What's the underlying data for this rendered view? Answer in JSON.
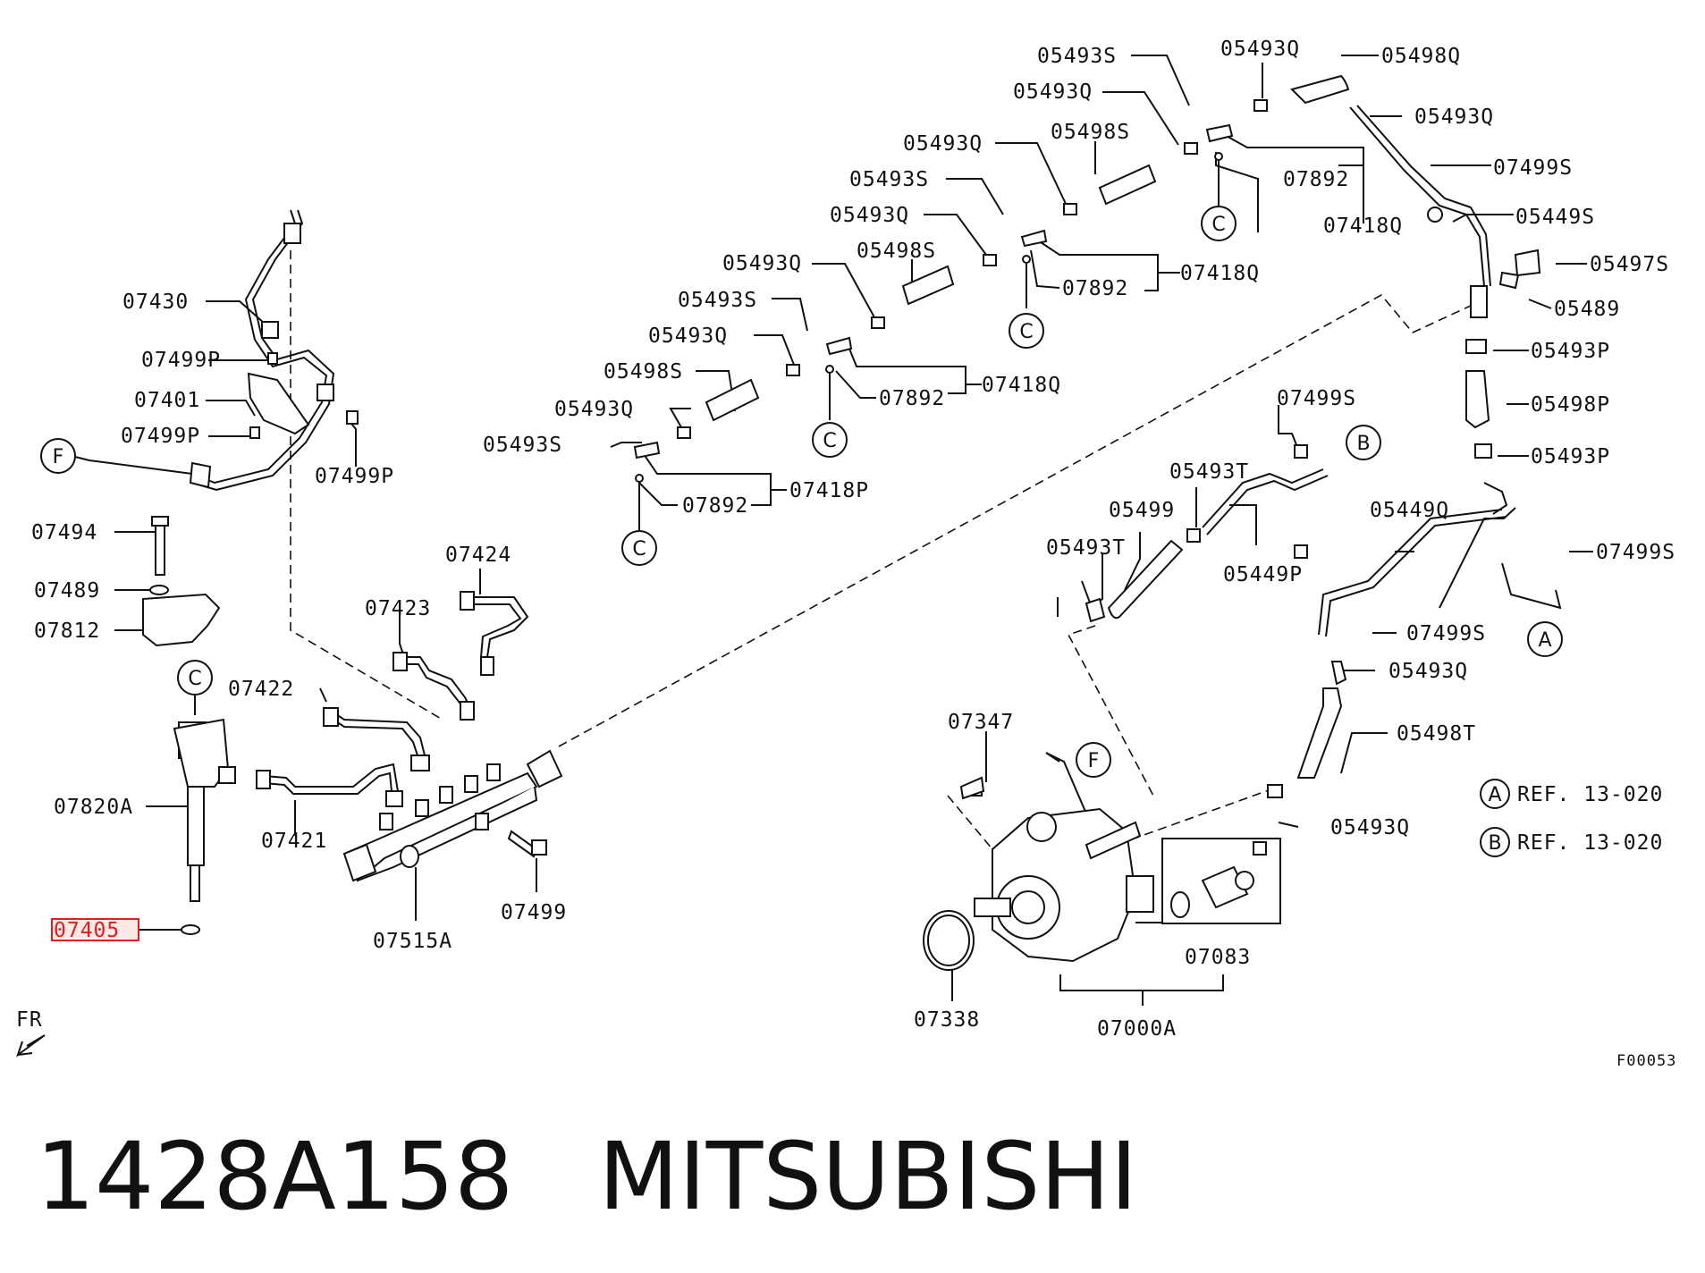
{
  "labels": {
    "p05493S_a": "05493S",
    "p05493Q_a": "05493Q",
    "p05498Q": "05498Q",
    "p05493Q_b": "05493Q",
    "p05493Q_c": "05493Q",
    "p05498S_a": "05498S",
    "p05493Q_d": "05493Q",
    "p05493S_b": "05493S",
    "p05493Q_e": "05493Q",
    "p05498S_b": "05498S",
    "p05493Q_f": "05493Q",
    "p05493S_c": "05493S",
    "p05493Q_g": "05493Q",
    "p05498S_c": "05498S",
    "p05493Q_h": "05493Q",
    "p05493S_d": "05493S",
    "p07892_a": "07892",
    "p07418Q_a": "07418Q",
    "p07892_b": "07892",
    "p07418Q_b": "07418Q",
    "p07892_c": "07892",
    "p07418Q_c": "07418Q",
    "p07892_d": "07892",
    "p07418P": "07418P",
    "p07499S_a": "07499S",
    "p05449S": "05449S",
    "p05497S": "05497S",
    "p05489": "05489",
    "p05493P_a": "05493P",
    "p05498P": "05498P",
    "p05493P_b": "05493P",
    "p07499S_b": "07499S",
    "p05493T_a": "05493T",
    "p05499": "05499",
    "p05449Q": "05449Q",
    "p05493T_b": "05493T",
    "p05449P": "05449P",
    "p07499S_c": "07499S",
    "p07499S_d": "07499S",
    "p05493Q_i": "05493Q",
    "p05498T": "05498T",
    "p05493Q_j": "05493Q",
    "p07430": "07430",
    "p07499P_a": "07499P",
    "p07401": "07401",
    "p07499P_b": "07499P",
    "p07499P_c": "07499P",
    "p07494": "07494",
    "p07489": "07489",
    "p07812": "07812",
    "p07424": "07424",
    "p07423": "07423",
    "p07422": "07422",
    "p07421": "07421",
    "p07820A": "07820A",
    "p07405": "07405",
    "p07515A": "07515A",
    "p07499": "07499",
    "p07347": "07347",
    "p07338": "07338",
    "p07083": "07083",
    "p07000A": "07000A"
  },
  "callouts": {
    "A": "A",
    "B": "B",
    "C": "C",
    "F": "F"
  },
  "references": {
    "ref_a": "REF. 13-020",
    "ref_b": "REF. 13-020"
  },
  "direction_label": "FR",
  "figure_code": "F00053",
  "footer": {
    "part_number": "1428A158",
    "brand": "MITSUBISHI"
  },
  "highlight_color": "#e02020"
}
